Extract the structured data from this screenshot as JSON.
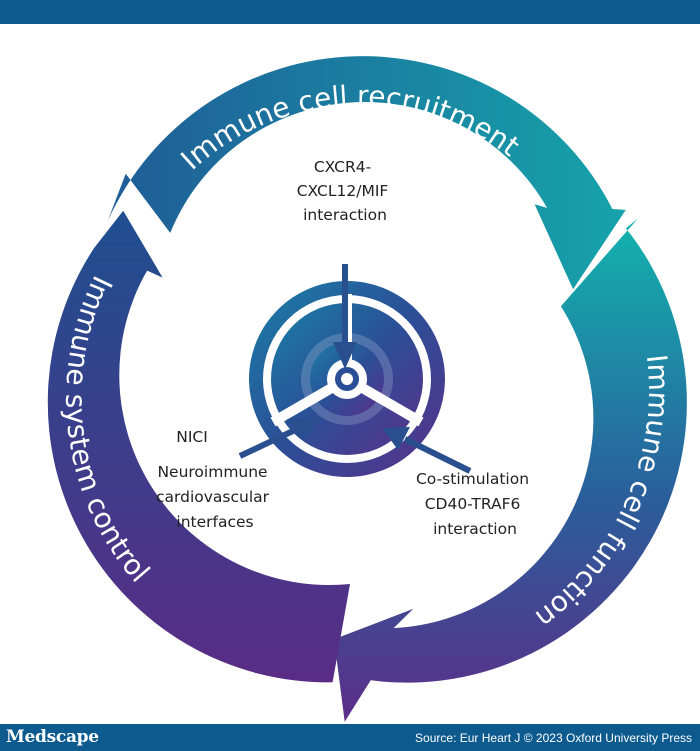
{
  "cycle": {
    "top": "Immune cell recruitment",
    "right": "Immune cell function",
    "left": "Immune system control"
  },
  "center": {
    "top_label": [
      "CXCR4-",
      "CXCL12/MIF",
      "interaction"
    ],
    "left_short": "NICI",
    "left_label": [
      "Neuroimmune",
      "cardiovascular",
      "interfaces"
    ],
    "right_label": [
      "Co-stimulation",
      "CD40-TRAF6",
      "interaction"
    ]
  },
  "footer": {
    "brand": "Medscape",
    "source": "Source: Eur Heart J © 2023 Oxford University Press"
  },
  "colors": {
    "header_bar": "#0d5a8f",
    "teal": "#12a5a8",
    "blue": "#1f5f98",
    "purple": "#5a2d86"
  }
}
